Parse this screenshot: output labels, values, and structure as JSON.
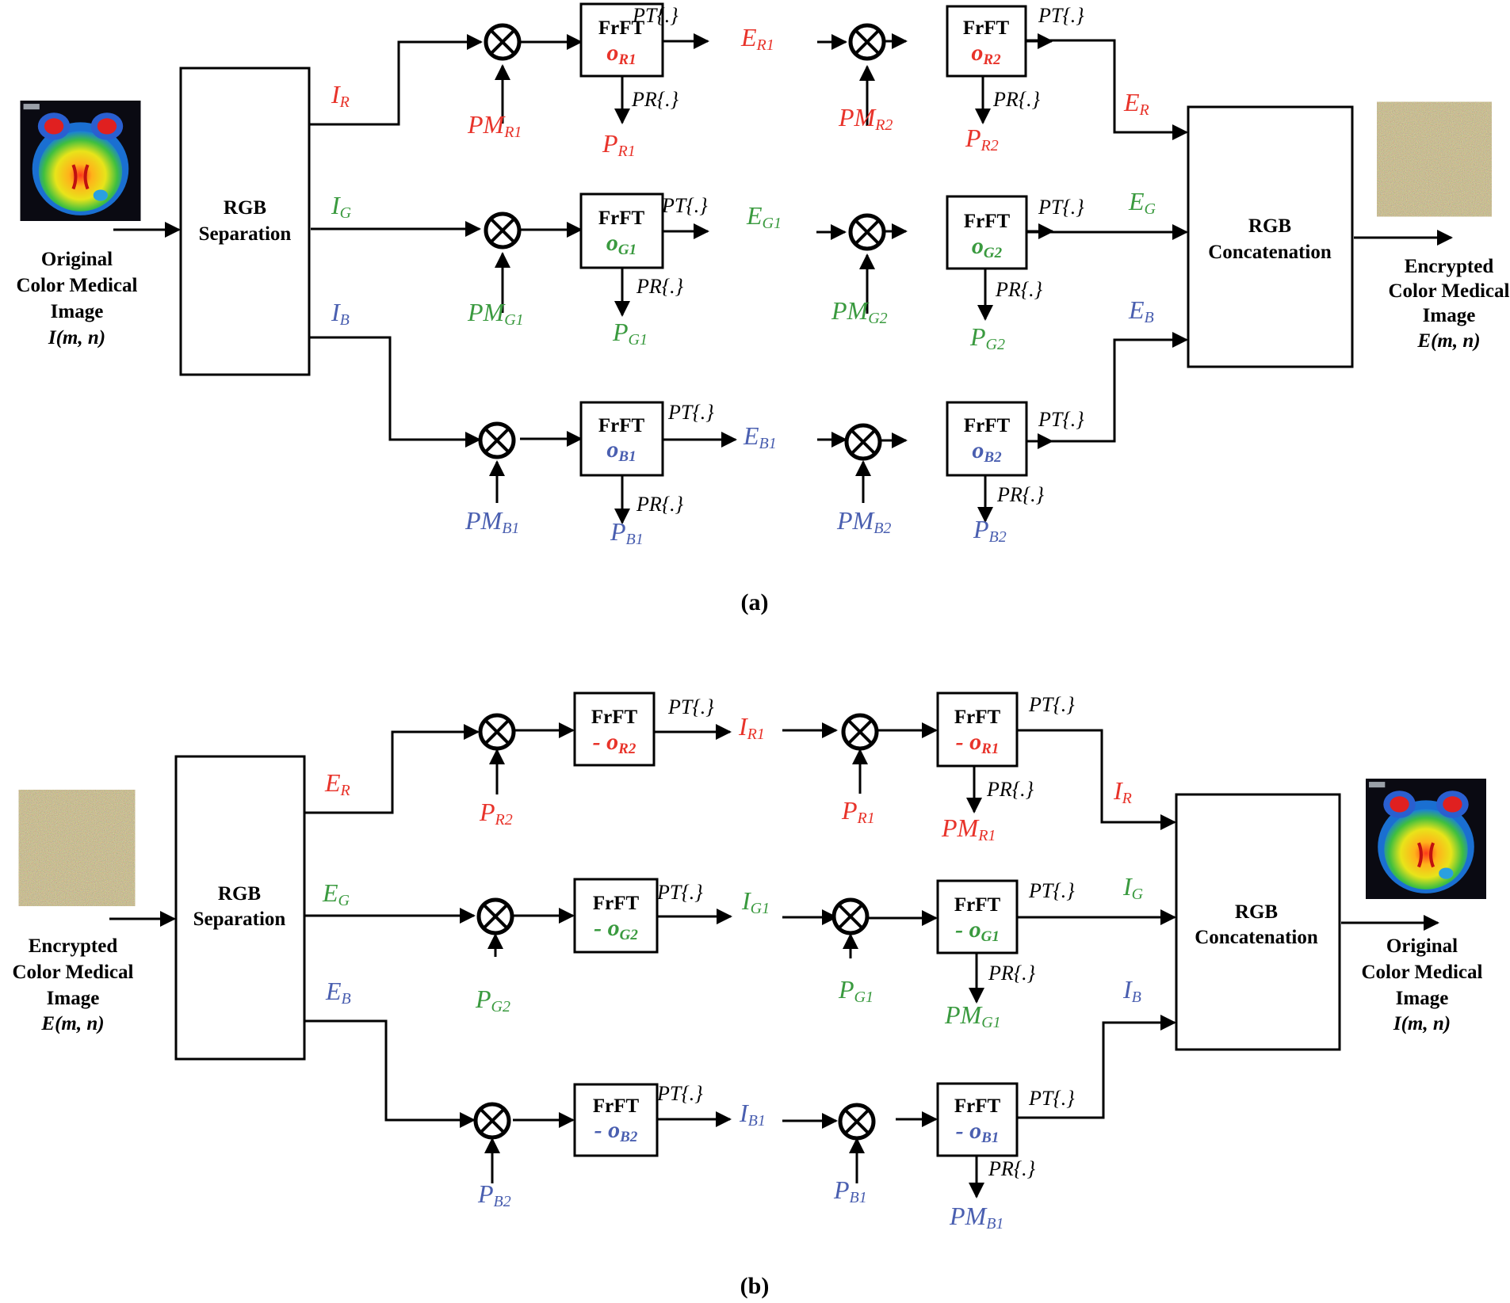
{
  "colors": {
    "red": "#e8332a",
    "green": "#3a9a3f",
    "blue": "#4a5fb0",
    "black": "#000000"
  },
  "icons": {
    "multiplier": "circled-times-icon",
    "medical_image": "brain-mri-thumbnail",
    "noise_image": "encrypted-noise-thumbnail"
  },
  "panel_a": {
    "caption": "(a)",
    "input": {
      "l1": "Original",
      "l2": "Color Medical",
      "l3": "Image",
      "l4": "I(m, n)"
    },
    "output": {
      "l1": "Encrypted",
      "l2": "Color Medical",
      "l3": "Image",
      "l4": "E(m, n)"
    },
    "separation": {
      "l1": "RGB",
      "l2": "Separation"
    },
    "concat": {
      "l1": "RGB",
      "l2": "Concatenation"
    },
    "channels": [
      {
        "color": "red",
        "input_sym": "I",
        "input_sub": "R",
        "mask1_sym": "PM",
        "mask1_sub": "R1",
        "frft1": "FrFT",
        "order1_sym": "o",
        "order1_sub": "R1",
        "pt1": "PT{.}",
        "pr1": "PR{.}",
        "phase1_sym": "P",
        "phase1_sub": "R1",
        "mid_sym": "E",
        "mid_sub": "R1",
        "mask2_sym": "PM",
        "mask2_sub": "R2",
        "frft2": "FrFT",
        "order2_sym": "o",
        "order2_sub": "R2",
        "pt2": "PT{.}",
        "pr2": "PR{.}",
        "phase2_sym": "P",
        "phase2_sub": "R2",
        "out_sym": "E",
        "out_sub": "R"
      },
      {
        "color": "green",
        "input_sym": "I",
        "input_sub": "G",
        "mask1_sym": "PM",
        "mask1_sub": "G1",
        "frft1": "FrFT",
        "order1_sym": "o",
        "order1_sub": "G1",
        "pt1": "PT{.}",
        "pr1": "PR{.}",
        "phase1_sym": "P",
        "phase1_sub": "G1",
        "mid_sym": "E",
        "mid_sub": "G1",
        "mask2_sym": "PM",
        "mask2_sub": "G2",
        "frft2": "FrFT",
        "order2_sym": "o",
        "order2_sub": "G2",
        "pt2": "PT{.}",
        "pr2": "PR{.}",
        "phase2_sym": "P",
        "phase2_sub": "G2",
        "out_sym": "E",
        "out_sub": "G"
      },
      {
        "color": "blue",
        "input_sym": "I",
        "input_sub": "B",
        "mask1_sym": "PM",
        "mask1_sub": "B1",
        "frft1": "FrFT",
        "order1_sym": "o",
        "order1_sub": "B1",
        "pt1": "PT{.}",
        "pr1": "PR{.}",
        "phase1_sym": "P",
        "phase1_sub": "B1",
        "mid_sym": "E",
        "mid_sub": "B1",
        "mask2_sym": "PM",
        "mask2_sub": "B2",
        "frft2": "FrFT",
        "order2_sym": "o",
        "order2_sub": "B2",
        "pt2": "PT{.}",
        "pr2": "PR{.}",
        "phase2_sym": "P",
        "phase2_sub": "B2",
        "out_sym": "E",
        "out_sub": "B"
      }
    ]
  },
  "panel_b": {
    "caption": "(b)",
    "input": {
      "l1": "Encrypted",
      "l2": "Color Medical",
      "l3": "Image",
      "l4": "E(m, n)"
    },
    "output": {
      "l1": "Original",
      "l2": "Color Medical",
      "l3": "Image",
      "l4": "I(m, n)"
    },
    "separation": {
      "l1": "RGB",
      "l2": "Separation"
    },
    "concat": {
      "l1": "RGB",
      "l2": "Concatenation"
    },
    "channels": [
      {
        "color": "red",
        "input_sym": "E",
        "input_sub": "R",
        "key1_sym": "P",
        "key1_sub": "R2",
        "frft1": "FrFT",
        "order1_prefix": "- ",
        "order1_sym": "o",
        "order1_sub": "R2",
        "pt1": "PT{.}",
        "mid_sym": "I",
        "mid_sub": "R1",
        "key2_sym": "P",
        "key2_sub": "R1",
        "frft2": "FrFT",
        "order2_prefix": "- ",
        "order2_sym": "o",
        "order2_sub": "R1",
        "pt2": "PT{.}",
        "pr2": "PR{.}",
        "mask_sym": "PM",
        "mask_sub": "R1",
        "out_sym": "I",
        "out_sub": "R"
      },
      {
        "color": "green",
        "input_sym": "E",
        "input_sub": "G",
        "key1_sym": "P",
        "key1_sub": "G2",
        "frft1": "FrFT",
        "order1_prefix": "- ",
        "order1_sym": "o",
        "order1_sub": "G2",
        "pt1": "PT{.}",
        "mid_sym": "I",
        "mid_sub": "G1",
        "key2_sym": "P",
        "key2_sub": "G1",
        "frft2": "FrFT",
        "order2_prefix": "- ",
        "order2_sym": "o",
        "order2_sub": "G1",
        "pt2": "PT{.}",
        "pr2": "PR{.}",
        "mask_sym": "PM",
        "mask_sub": "G1",
        "out_sym": "I",
        "out_sub": "G"
      },
      {
        "color": "blue",
        "input_sym": "E",
        "input_sub": "B",
        "key1_sym": "P",
        "key1_sub": "B2",
        "frft1": "FrFT",
        "order1_prefix": "- ",
        "order1_sym": "o",
        "order1_sub": "B2",
        "pt1": "PT{.}",
        "mid_sym": "I",
        "mid_sub": "B1",
        "key2_sym": "P",
        "key2_sub": "B1",
        "frft2": "FrFT",
        "order2_prefix": "- ",
        "order2_sym": "o",
        "order2_sub": "B1",
        "pt2": "PT{.}",
        "pr2": "PR{.}",
        "mask_sym": "PM",
        "mask_sub": "B1",
        "out_sym": "I",
        "out_sub": "B"
      }
    ]
  }
}
